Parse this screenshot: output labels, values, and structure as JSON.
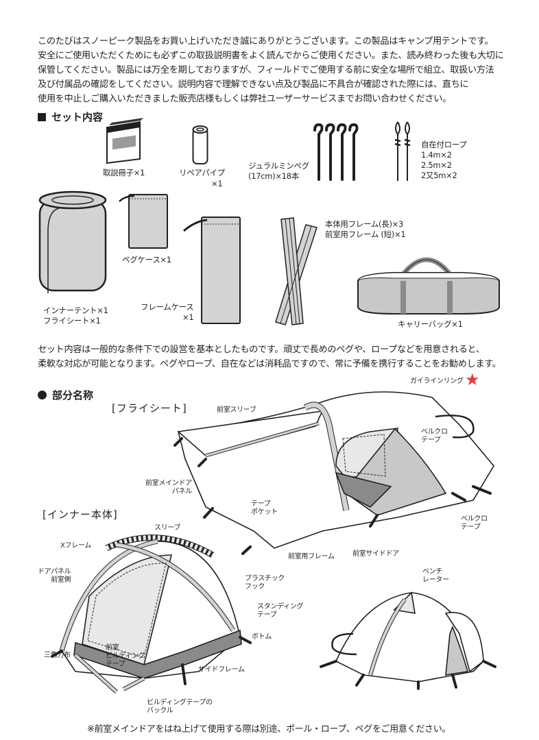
{
  "intro": {
    "lines": [
      "このたびはスノーピーク製品をお買い上げいただき誠にありがとうございます。この製品はキャンプ用テントです。",
      "安全にご使用いただくためにも必ずこの取扱説明書をよく読んでからご使用ください。また、読み終わった後も大切に",
      "保管してください。製品には万全を期しておりますが、フィールドでご使用する前に安全な場所で組立、取扱い方法",
      "及び付属品の確認をしてください。説明内容で理解できない点及び製品に不具合が確認された際には、直ちに",
      "使用を中止しご購入いただきました販売店様もしくは弊社ユーザーサービスまでお問い合わせください。"
    ]
  },
  "set_contents": {
    "heading": "セット内容",
    "items": {
      "manual": "取説冊子×1",
      "repair_pipe_1": "リペアパイプ",
      "repair_pipe_2": "×1",
      "pegs_1": "ジュラルミンペグ",
      "pegs_2": "(17cm)×18本",
      "rope_1": "自在付ロープ",
      "rope_2": "1.4m×2",
      "rope_3": "2.5m×2",
      "rope_4": "2又5m×2",
      "tent_1": "インナーテント×1",
      "tent_2": "フライシート×1",
      "peg_case": "ペグケース×1",
      "frame_case_1": "フレームケース",
      "frame_case_2": "×1",
      "frames_1": "本体用フレーム(長)×3",
      "frames_2": "前室用フレーム (短)×1",
      "carry_bag": "キャリーバッグ×1"
    },
    "note": [
      "セット内容は一般的な条件下での設営を基本としたものです。頑丈で長めのペグや、ロープなどを用意されると、",
      "柔軟な対応が可能となります。ペグやロープ、自在などは消耗品ですので、常に予備を携行することをお勧めします。"
    ]
  },
  "parts": {
    "heading": "部分名称",
    "flysheet": {
      "title": "[フライシート]",
      "labels": {
        "vestibule_sleeve": "前室スリーブ",
        "guyline_ring": "ガイラインリング",
        "velcro_1a": "ベルクロ",
        "velcro_1b": "テープ",
        "main_door_1": "前室メインドア",
        "main_door_2": "パネル",
        "tape_pocket_1": "テープ",
        "tape_pocket_2": "ポケット",
        "velcro_2a": "ベルクロ",
        "velcro_2b": "テープ",
        "vestibule_frame": "前室用フレーム",
        "side_door": "前室サイドドア",
        "ventilator_1": "ベンチ",
        "ventilator_2": "レーター"
      }
    },
    "inner": {
      "title": "[インナー本体]",
      "labels": {
        "sleeve": "スリーブ",
        "x_frame": "Xフレーム",
        "door_panel_1": "ドアパネル",
        "door_panel_2": "前室側",
        "plastic_hook_1": "プラスチック",
        "plastic_hook_2": "フック",
        "standing_tape_1": "スタンディング",
        "standing_tape_2": "テープ",
        "bottom": "ボトム",
        "triangle_cloth": "三角力布",
        "building_tape_1": "前室",
        "building_tape_2": "ビルディング",
        "building_tape_3": "テープ",
        "side_frame": "サイドフレーム",
        "buckle_1": "ビルディングテープの",
        "buckle_2": "バックル"
      }
    },
    "footnote": "※前室メインドアをはね上げて使用する際は別途、ポール・ロープ、ペグをご用意ください。",
    "star_icon": "★",
    "accent_color": "#e03a3a"
  }
}
